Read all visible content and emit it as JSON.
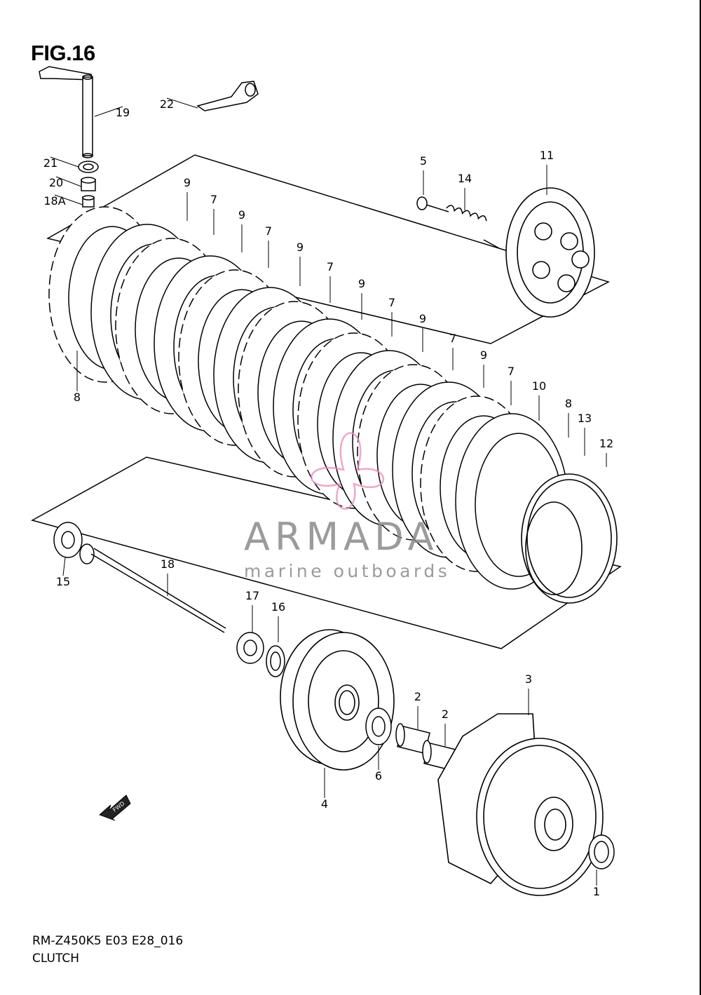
{
  "figure": {
    "title": "FIG.16",
    "code": "RM-Z450K5 E03 E28_016",
    "caption": "CLUTCH"
  },
  "watermark": {
    "name": "ARMADA",
    "tagline": "marine outboards",
    "color": "#e98ab8"
  },
  "arrow": {
    "label": "FWD"
  },
  "callouts": [
    "19",
    "22",
    "21",
    "20",
    "18A",
    "9",
    "7",
    "9",
    "7",
    "9",
    "7",
    "9",
    "7",
    "9",
    "7",
    "9",
    "7",
    "5",
    "14",
    "11",
    "8",
    "10",
    "8",
    "13",
    "12",
    "15",
    "18",
    "17",
    "16",
    "3",
    "2",
    "2",
    "6",
    "4",
    "1"
  ]
}
